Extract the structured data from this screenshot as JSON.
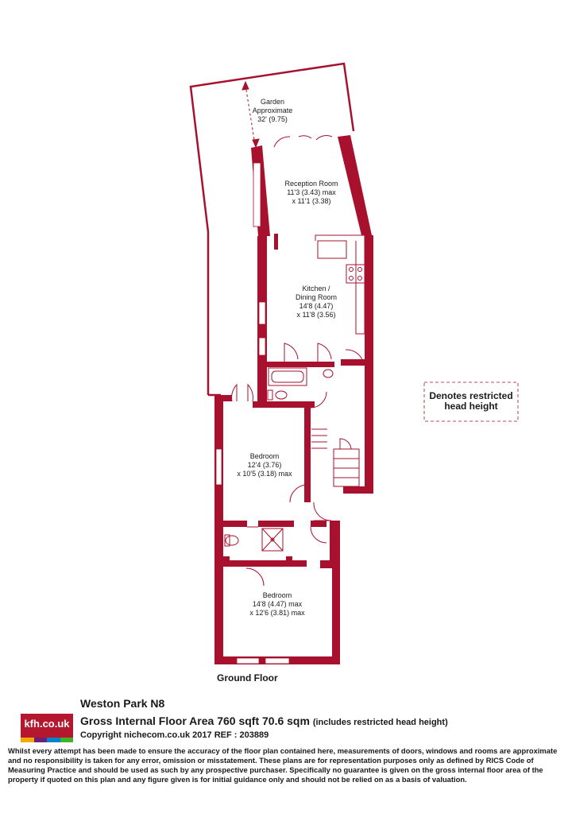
{
  "colors": {
    "wall": "#a8112d",
    "brand": "#b5172f",
    "logo_stripes": [
      "#f2a900",
      "#6d2077",
      "#0085ca",
      "#43b02a"
    ]
  },
  "rooms": {
    "garden": {
      "name": "Garden",
      "line2": "Approximate",
      "dims": "32' (9.75)"
    },
    "reception": {
      "name": "Reception Room",
      "dims1": "11'3 (3.43) max",
      "dims2": "x 11'1 (3.38)"
    },
    "kitchen": {
      "name": "Kitchen /",
      "line2": "Dining Room",
      "dims1": "14'8 (4.47)",
      "dims2": "x 11'8 (3.56)"
    },
    "bedroom1": {
      "name": "Bedroom",
      "dims1": "12'4 (3.76)",
      "dims2": "x 10'5 (3.18) max"
    },
    "bedroom2": {
      "name": "Bedroom",
      "dims1": "14'8 (4.47) max",
      "dims2": "x 12'6 (3.81) max"
    }
  },
  "legend": {
    "line1": "Denotes restricted",
    "line2": "head height"
  },
  "floor_label": "Ground Floor",
  "footer": {
    "logo": "kfh.co.uk",
    "property": "Weston Park N8",
    "area": "Gross Internal Floor Area 760 sqft 70.6 sqm",
    "area_note": "(includes restricted head height)",
    "copyright": "Copyright nichecom.co.uk 2017 REF : 203889",
    "disclaimer": "Whilst every attempt has been made to ensure the accuracy of the floor plan contained here, measurements of doors, windows and rooms are approximate and no responsibility is taken for any error, omission or misstatement.  These plans are for representation purposes only as defined by RICS Code of Measuring Practice and should be used as such by any prospective purchaser.  Specifically no guarantee is given on the gross internal floor area of the property if quoted on this plan and any figure given is for initial guidance only and should not be relied on as a basis of valuation."
  }
}
